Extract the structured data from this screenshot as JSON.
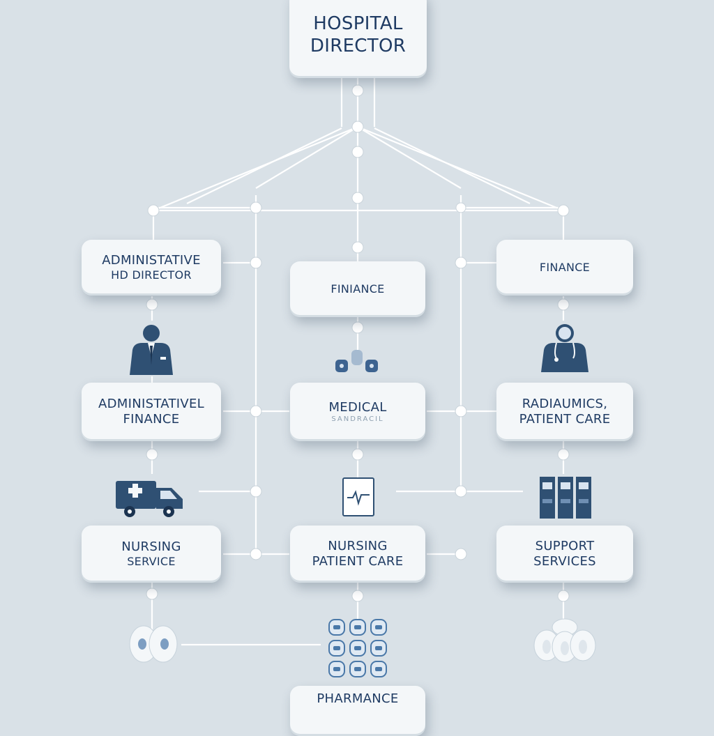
{
  "diagram": {
    "root": {
      "line1": "HOSPITAL",
      "line2": "DIRECTOR"
    },
    "level1": {
      "left": {
        "line1": "ADMINISTATIVE",
        "line2": "HD DIRECTOR"
      },
      "center": {
        "line1": "FINIANCE"
      },
      "right": {
        "line1": "FINANCE"
      }
    },
    "level2": {
      "left": {
        "line1": "ADMINISTATIVEL",
        "line2": "FINANCE"
      },
      "center": {
        "line1": "MEDICAL",
        "line2": "SANDRACIL"
      },
      "right": {
        "line1": "RADIAUMICS,",
        "line2": "PATIENT CARE"
      }
    },
    "level3": {
      "left": {
        "line1": "NURSING",
        "line2": "SERVICE"
      },
      "center": {
        "line1": "NURSING",
        "line2": "PATIENT CARE"
      },
      "right": {
        "line1": "SUPPORT",
        "line2": "SERVICES"
      }
    },
    "bottom": {
      "line1": "PHARMANCE"
    },
    "icons": [
      "director-person-icon",
      "pill-cluster-icon",
      "doctor-person-icon",
      "ambulance-icon",
      "ecg-monitor-icon",
      "file-cabinet-icon",
      "pill-pair-icon",
      "pill-grid-icon",
      "capsules-icon"
    ],
    "colors": {
      "background": "#d9e1e7",
      "box": "#f4f7f9",
      "text": "#1f3b63",
      "icon": "#2f5073",
      "connector": "#ffffff"
    }
  }
}
